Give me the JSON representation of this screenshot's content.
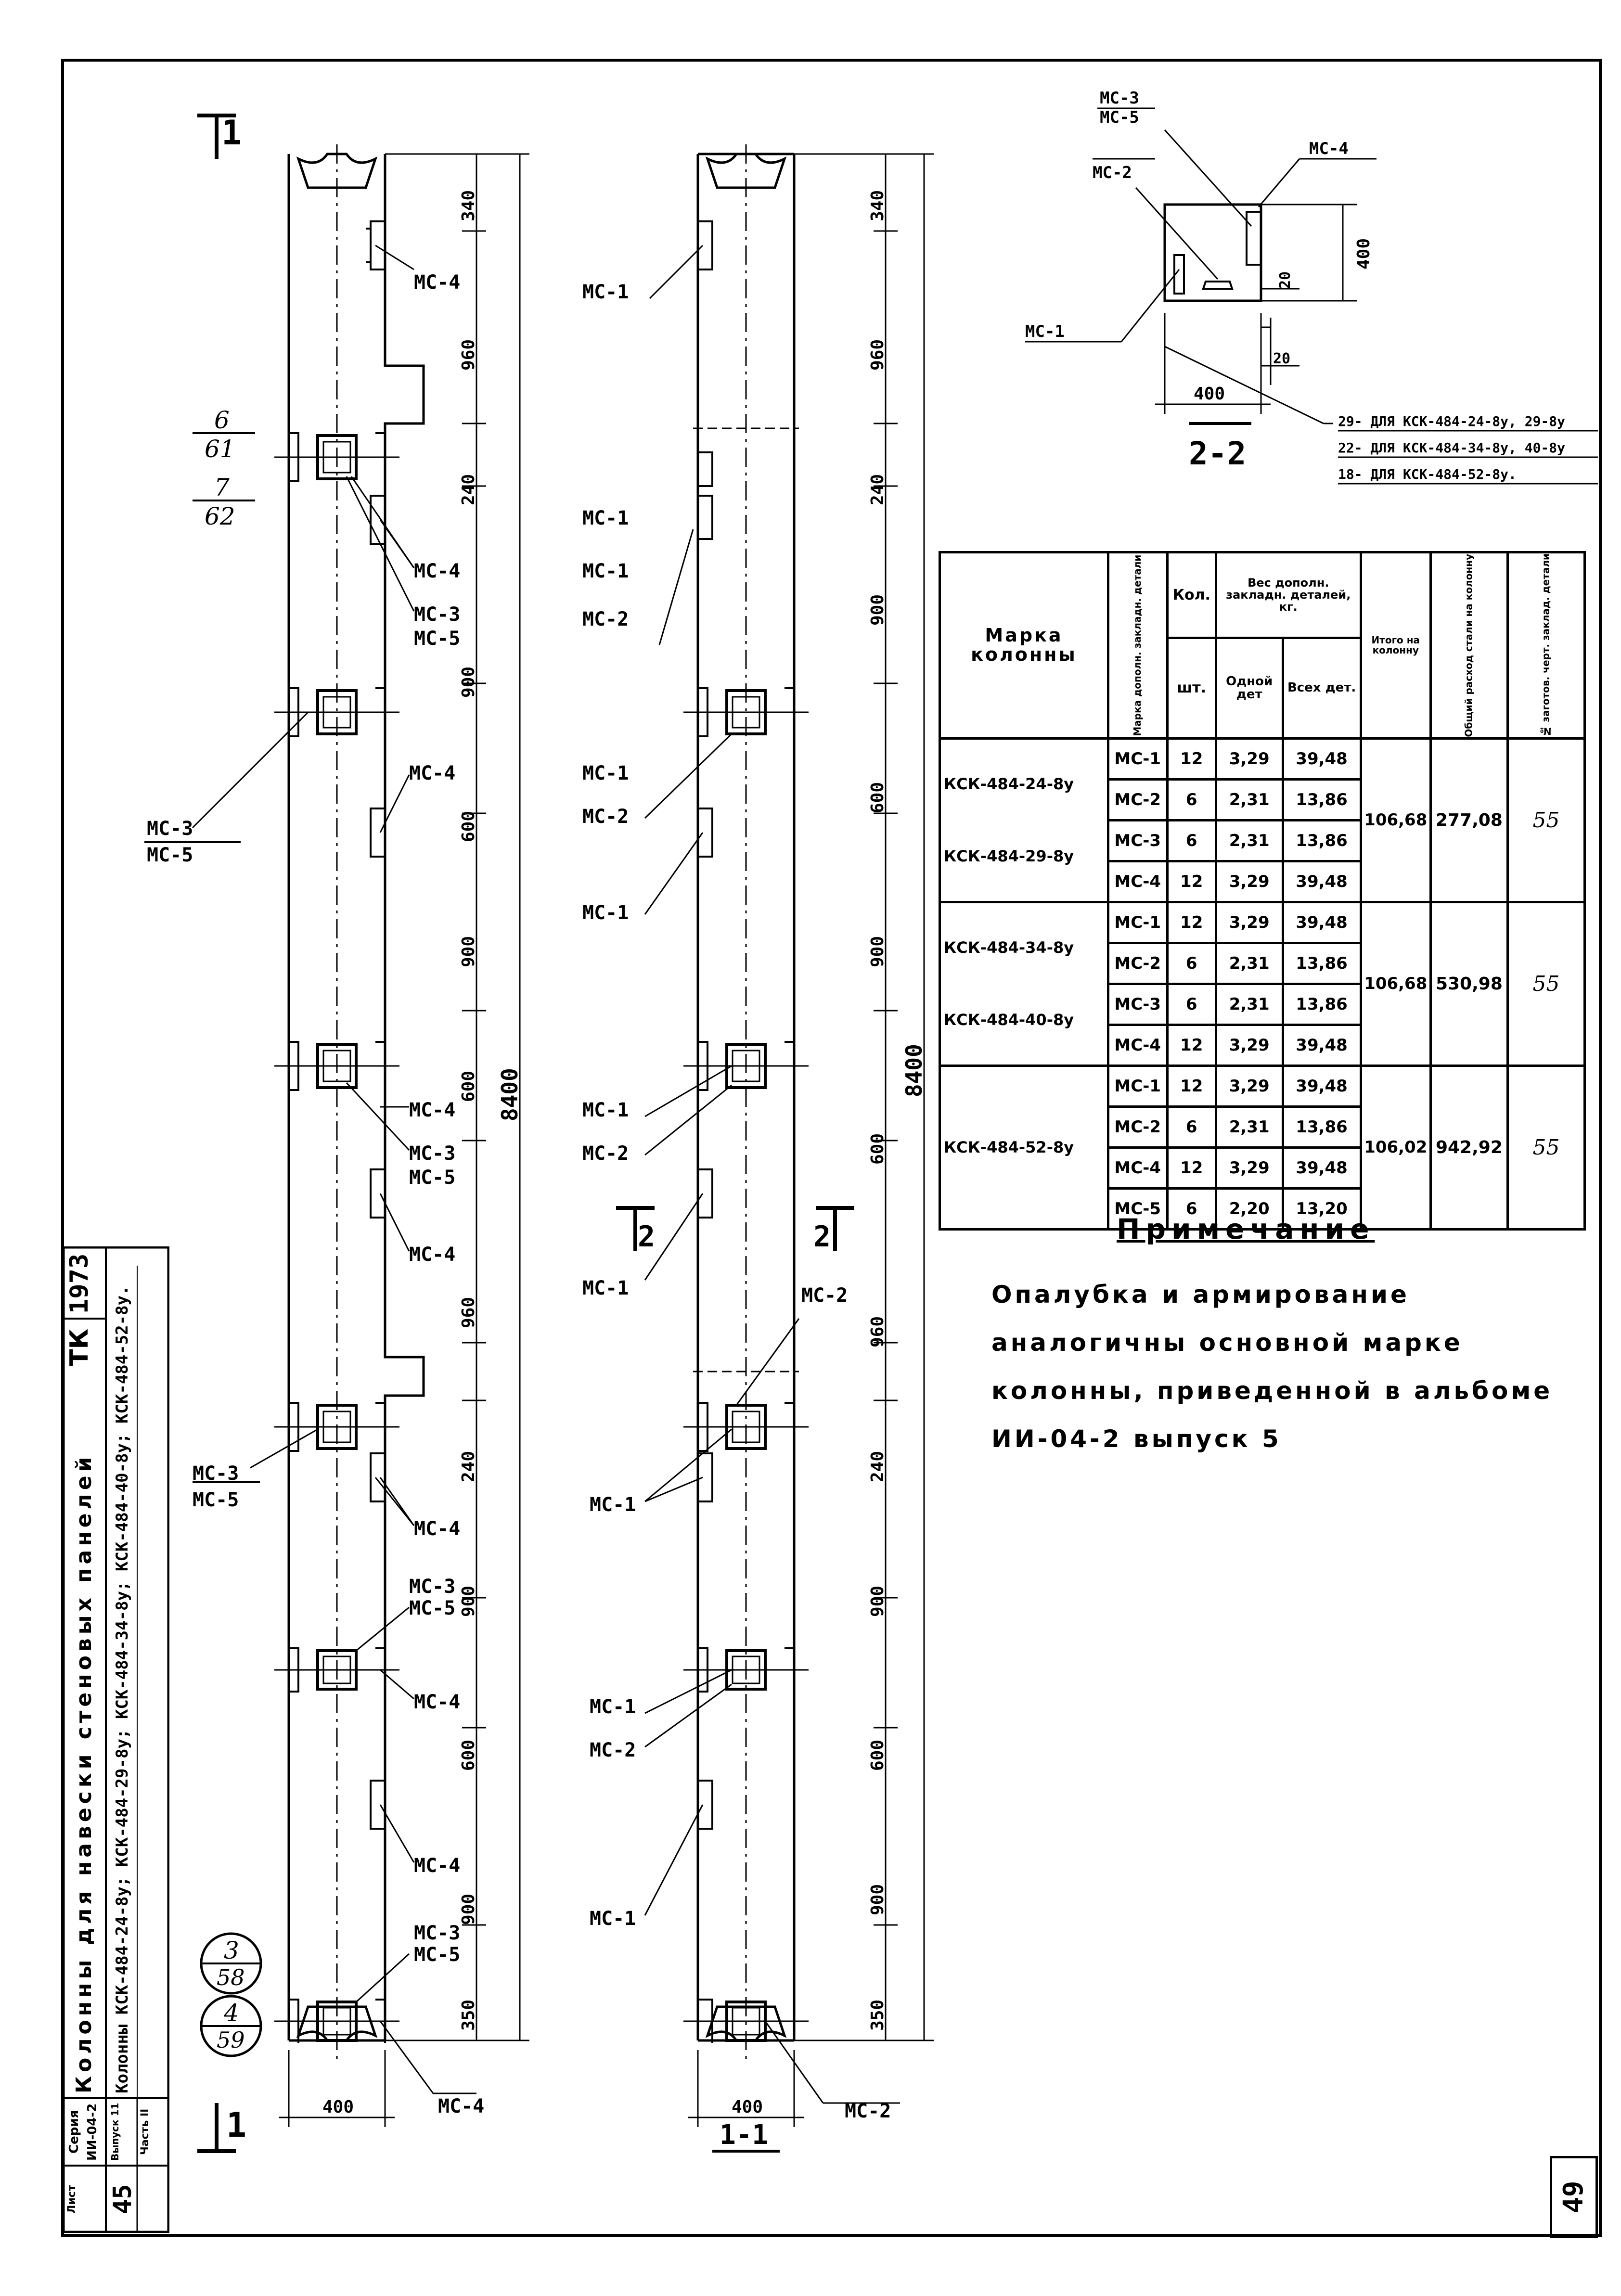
{
  "sections": {
    "sec_1_1_top": "1",
    "sec_1_1_sub": "1",
    "sec_1_1_caption": "1-1",
    "sec_2_2_caption": "2-2",
    "sec_2": "2"
  },
  "left_elevation": {
    "dims": [
      "340",
      "960",
      "240",
      "900",
      "600",
      "900",
      "600",
      "960",
      "240",
      "900",
      "600",
      "900",
      "350"
    ],
    "total": "8400",
    "width": "400",
    "labels": {
      "mc4_a": "МС-4",
      "mc4_b": "МС-4",
      "mc3_a": "МС-3",
      "mc5_a": "МС-5",
      "mc4_c": "МС-4",
      "mc3_left": "МС-3",
      "mc5_left": "МС-5",
      "mc4_d": "МС-4",
      "mc3_b": "МС-3",
      "mc5_b": "МС-5",
      "mc4_e": "МС-4",
      "mc3_left2": "МС-3",
      "mc5_left2": "МС-5",
      "mc4_f": "МС-4",
      "mc3_c": "МС-3",
      "mc5_c": "МС-5",
      "mc4_g": "МС-4",
      "mc4_h": "МС-4",
      "mc3_d": "МС-3",
      "mc5_d": "МС-5",
      "mc4_i": "МС-4"
    },
    "refs": {
      "r6": "6",
      "r61": "61",
      "r7": "7",
      "r62": "62",
      "r3": "3",
      "r58": "58",
      "r4": "4",
      "r59": "59"
    }
  },
  "section_1_1": {
    "dims": [
      "340",
      "960",
      "240",
      "900",
      "600",
      "900",
      "600",
      "960",
      "240",
      "900",
      "600",
      "900",
      "350"
    ],
    "total": "8400",
    "width": "400",
    "labels": {
      "mc1_a": "МС-1",
      "mc1_b": "МС-1",
      "mc1_c": "МС-1",
      "mc2_a": "МС-2",
      "mc1_d": "МС-1",
      "mc2_b": "МС-2",
      "mc1_e": "МС-1",
      "mc1_f": "МС-1",
      "mc2_c": "МС-2",
      "mc1_g": "МС-1",
      "mc2_d": "МС-2",
      "mc1_h": "МС-1",
      "mc1_i": "МС-1",
      "mc2_e": "МС-2",
      "mc1_j": "МС-1",
      "mc2_f": "МС-2"
    }
  },
  "section_2_2": {
    "labels": {
      "mc3": "МС-3",
      "mc5": "МС-5",
      "mc4": "МС-4",
      "mc2": "МС-2",
      "mc1": "МС-1"
    },
    "dims": {
      "h": "400",
      "w": "400",
      "d20a": "20",
      "d20b": "20"
    },
    "notes": [
      "29- ДЛЯ КСК-484-24-8у, 29-8у",
      "22- ДЛЯ КСК-484-34-8у, 40-8у",
      "18- ДЛЯ КСК-484-52-8у."
    ]
  },
  "table": {
    "headers": {
      "marka": "Марка колонны",
      "marka_dop": "Марка дополн. закладн. детали",
      "kol": "Кол.",
      "sht": "шт.",
      "ves": "Вес дополн. закладн. деталей, кг.",
      "odnoi": "Одной дет",
      "vseh": "Всех дет.",
      "itogo": "Итого на колонну",
      "obshchii": "Общий расход стали на колонну",
      "nomer": "№ заготов. черт. заклад. детали"
    },
    "groups": [
      {
        "columns": [
          "КСК-484-24-8у",
          "КСК-484-29-8у"
        ],
        "rows": [
          {
            "mark": "МС-1",
            "qty": "12",
            "one": "3,29",
            "all": "39,48"
          },
          {
            "mark": "МС-2",
            "qty": "6",
            "one": "2,31",
            "all": "13,86"
          },
          {
            "mark": "МС-3",
            "qty": "6",
            "one": "2,31",
            "all": "13,86"
          },
          {
            "mark": "МС-4",
            "qty": "12",
            "one": "3,29",
            "all": "39,48"
          }
        ],
        "total": "106,68",
        "steel": "277,08",
        "ref": "55"
      },
      {
        "columns": [
          "КСК-484-34-8у",
          "КСК-484-40-8у"
        ],
        "rows": [
          {
            "mark": "МС-1",
            "qty": "12",
            "one": "3,29",
            "all": "39,48"
          },
          {
            "mark": "МС-2",
            "qty": "6",
            "one": "2,31",
            "all": "13,86"
          },
          {
            "mark": "МС-3",
            "qty": "6",
            "one": "2,31",
            "all": "13,86"
          },
          {
            "mark": "МС-4",
            "qty": "12",
            "one": "3,29",
            "all": "39,48"
          }
        ],
        "total": "106,68",
        "steel": "530,98",
        "ref": "55"
      },
      {
        "columns": [
          "КСК-484-52-8у"
        ],
        "rows": [
          {
            "mark": "МС-1",
            "qty": "12",
            "one": "3,29",
            "all": "39,48"
          },
          {
            "mark": "МС-2",
            "qty": "6",
            "one": "2,31",
            "all": "13,86"
          },
          {
            "mark": "МС-4",
            "qty": "12",
            "one": "3,29",
            "all": "39,48"
          },
          {
            "mark": "МС-5",
            "qty": "6",
            "one": "2,20",
            "all": "13,20"
          }
        ],
        "total": "106,02",
        "steel": "942,92",
        "ref": "55"
      }
    ]
  },
  "note": {
    "title": "Примечание",
    "text": "Опалубка и армирование аналогичны основной марке колонны, приведенной в альбоме ИИ-04-2 выпуск 5"
  },
  "stamp": {
    "year": "1973",
    "tk": "ТК",
    "title": "Колонны для навески стеновых панелей",
    "subtitle": "Колонны КСК-484-24-8у; КСК-484-29-8у; КСК-484-34-8у; КСК-484-40-8у; КСК-484-52-8у.",
    "seria_label": "Серия",
    "seria": "ИИ-04-2",
    "vypusk_label": "Выпуск",
    "vypusk": "11",
    "chast_label": "Часть",
    "chast": "II",
    "list_label": "Лист",
    "list": "45"
  },
  "page_number": "49"
}
